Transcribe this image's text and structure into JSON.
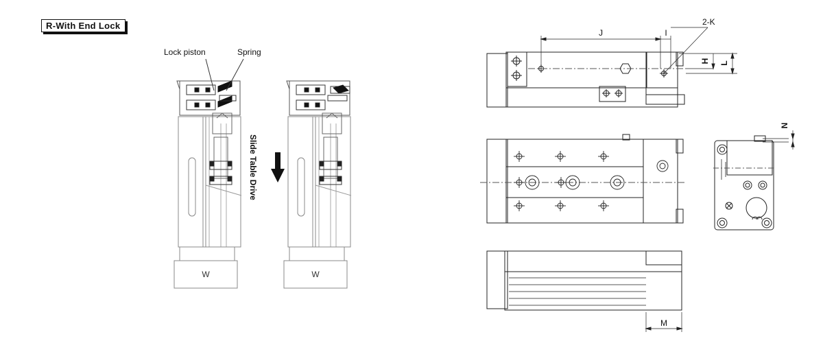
{
  "title": "R-With End Lock",
  "labels": {
    "lock_piston": "Lock piston",
    "spring": "Spring",
    "drive": "Slide Table Drive",
    "w_left": "W",
    "w_right": "W"
  },
  "dimensions": {
    "j": "J",
    "i": "I",
    "k": "2-K",
    "h": "H",
    "l": "L",
    "n": "N",
    "m": "M"
  },
  "colors": {
    "line": "#222222",
    "light": "#777777",
    "fill": "#ffffff"
  }
}
